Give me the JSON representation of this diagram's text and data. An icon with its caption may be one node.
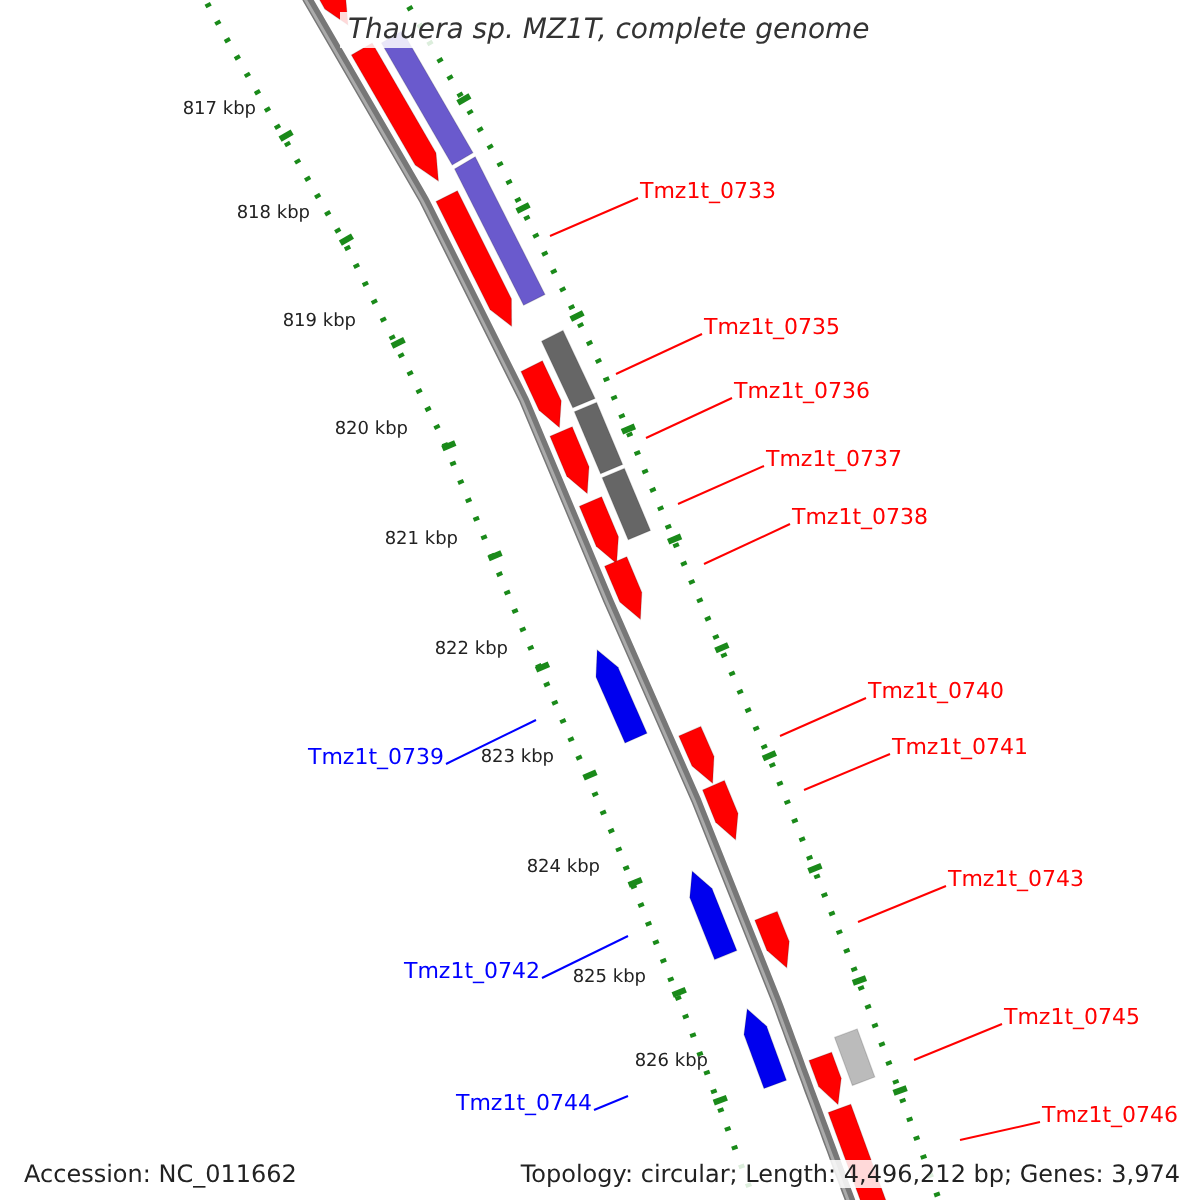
{
  "diagram": {
    "title": "Thauera sp. MZ1T, complete genome",
    "nodes": [
      {
        "text": [
          "Tmz1t_0733"
        ]
      },
      {
        "text": [
          "Tmz1t_0735"
        ]
      },
      {
        "text": [
          "Tmz1t_0736"
        ]
      },
      {
        "text": [
          "Tmz1t_0737"
        ]
      },
      {
        "text": [
          "Tmz1t_0738"
        ]
      },
      {
        "text": [
          "Tmz1t_0740"
        ]
      },
      {
        "text": [
          "Tmz1t_0739"
        ]
      },
      {
        "text": [
          "Tmz1t_0741"
        ]
      },
      {
        "text": [
          "Tmz1t_0743"
        ]
      },
      {
        "text": [
          "Tmz1t_0742"
        ]
      },
      {
        "text": [
          "Tmz1t_0745"
        ]
      },
      {
        "text": [
          "Tmz1t_0744"
        ]
      },
      {
        "text": [
          "Tmz1t_0746"
        ]
      }
    ],
    "edges": [
      {
        "from": 0,
        "to": null,
        "arrow": "none"
      },
      {
        "from": 1,
        "to": null,
        "arrow": "none"
      },
      {
        "from": 2,
        "to": null,
        "arrow": "none"
      },
      {
        "from": 3,
        "to": null,
        "arrow": "none"
      },
      {
        "from": 4,
        "to": null,
        "arrow": "none"
      },
      {
        "from": 5,
        "to": null,
        "arrow": "none"
      },
      {
        "from": 6,
        "to": null,
        "arrow": "none",
        "color": "#0000ff"
      },
      {
        "from": 7,
        "to": null,
        "arrow": "none"
      },
      {
        "from": 8,
        "to": null,
        "arrow": "none"
      },
      {
        "from": 9,
        "to": null,
        "arrow": "none",
        "color": "#0000ff"
      },
      {
        "from": 10,
        "to": null,
        "arrow": "none"
      },
      {
        "from": 11,
        "to": null,
        "arrow": "none",
        "color": "#0000ff"
      },
      {
        "from": 12,
        "to": null,
        "arrow": "none"
      }
    ],
    "labels": [
      "817 kbp",
      "818 kbp",
      "819 kbp",
      "820 kbp",
      "821 kbp",
      "822 kbp",
      "823 kbp",
      "824 kbp",
      "825 kbp",
      "826 kbp",
      "Accession: NC_011662",
      "Topology: circular; Length: 4,496,212 bp; Genes: 3,974"
    ]
  }
}
